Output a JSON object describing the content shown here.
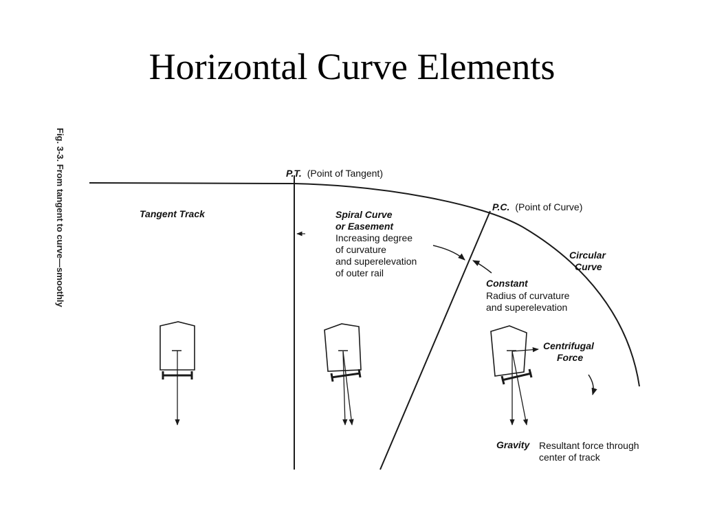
{
  "slide": {
    "title": "Horizontal Curve Elements"
  },
  "figure": {
    "caption": "Fig. 3-3.  From tangent to curve—smoothly",
    "pt_label": "P.T.",
    "pt_desc": "(Point of Tangent)",
    "pc_label": "P.C.",
    "pc_desc": "(Point of Curve)",
    "tangent_track": "Tangent Track",
    "spiral": {
      "title_1": "Spiral Curve",
      "title_2": "or Easement",
      "desc_1": "Increasing degree",
      "desc_2": "of curvature",
      "desc_3": "and superelevation",
      "desc_4": "of outer rail"
    },
    "circular": {
      "line_1": "Circular",
      "line_2": "Curve"
    },
    "constant": {
      "title": "Constant",
      "desc_1": "Radius of curvature",
      "desc_2": "and superelevation"
    },
    "centrifugal": {
      "line_1": "Centrifugal",
      "line_2": "Force"
    },
    "gravity": "Gravity",
    "resultant": {
      "line_1": "Resultant force through",
      "line_2": "center of track"
    }
  }
}
